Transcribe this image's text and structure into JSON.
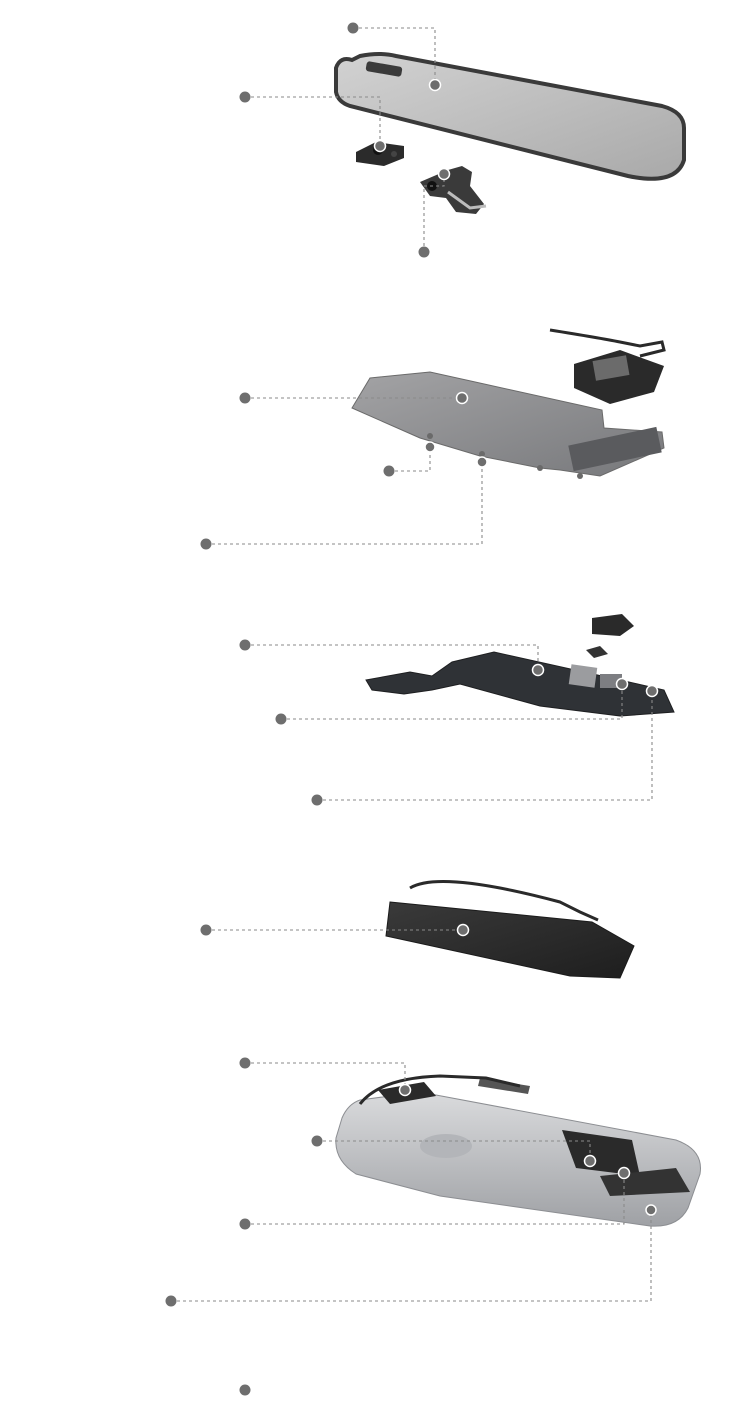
{
  "diagram": {
    "labels": [],
    "colors": {
      "background": "#ffffff",
      "callout_dot": "#6e6e6e",
      "leader_line": "#8a8a8a",
      "display_panel": "#bdbdbd",
      "display_border": "#3a3a3a",
      "shield_plate": "#8e8e8e",
      "logic_board": "#2f3236",
      "battery": "#2b2b2b",
      "housing": "#c9cacd"
    },
    "sections": [
      "display-assembly",
      "logic-board-shield",
      "logic-board",
      "battery",
      "rear-housing"
    ]
  }
}
